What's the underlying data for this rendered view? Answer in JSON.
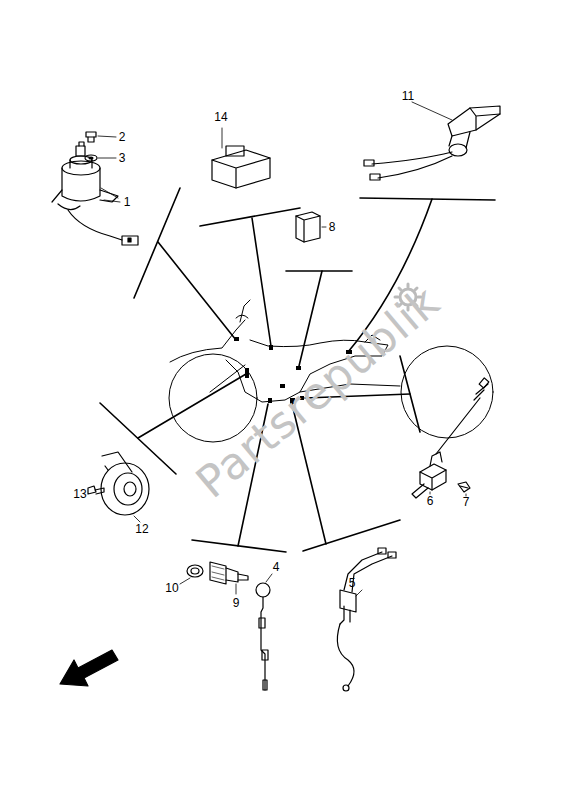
{
  "diagram": {
    "labels": [
      "2",
      "3",
      "1",
      "14",
      "11",
      "8",
      "12",
      "13",
      "6",
      "7",
      "10",
      "9",
      "4",
      "5",
      "Partsrepublik"
    ]
  }
}
